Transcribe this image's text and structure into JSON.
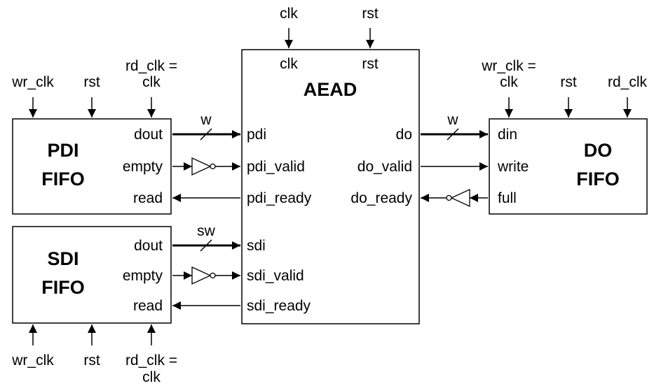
{
  "pdi_fifo": {
    "name_line1": "PDI",
    "name_line2": "FIFO",
    "ports": {
      "dout": "dout",
      "empty": "empty",
      "read": "read"
    },
    "clocks": {
      "wr_clk": "wr_clk",
      "rst": "rst",
      "rd_clk_line1": "rd_clk =",
      "rd_clk_line2": "clk"
    }
  },
  "sdi_fifo": {
    "name_line1": "SDI",
    "name_line2": "FIFO",
    "ports": {
      "dout": "dout",
      "empty": "empty",
      "read": "read"
    },
    "clocks": {
      "wr_clk": "wr_clk",
      "rst": "rst",
      "rd_clk_line1": "rd_clk =",
      "rd_clk_line2": "clk"
    }
  },
  "aead": {
    "name": "AEAD",
    "ext_clk": "clk",
    "ext_rst": "rst",
    "clk": "clk",
    "rst": "rst",
    "ports_left": {
      "pdi": "pdi",
      "pdi_valid": "pdi_valid",
      "pdi_ready": "pdi_ready",
      "sdi": "sdi",
      "sdi_valid": "sdi_valid",
      "sdi_ready": "sdi_ready"
    },
    "ports_right": {
      "do": "do",
      "do_valid": "do_valid",
      "do_ready": "do_ready"
    }
  },
  "do_fifo": {
    "name_line1": "DO",
    "name_line2": "FIFO",
    "ports": {
      "din": "din",
      "write": "write",
      "full": "full"
    },
    "clocks": {
      "wr_clk_line1": "wr_clk =",
      "wr_clk_line2": "clk",
      "rst": "rst",
      "rd_clk": "rd_clk"
    }
  },
  "bus_widths": {
    "pdi": "w",
    "sdi": "sw",
    "do": "w"
  },
  "colors": {
    "line": "#000000",
    "background": "#ffffff"
  }
}
